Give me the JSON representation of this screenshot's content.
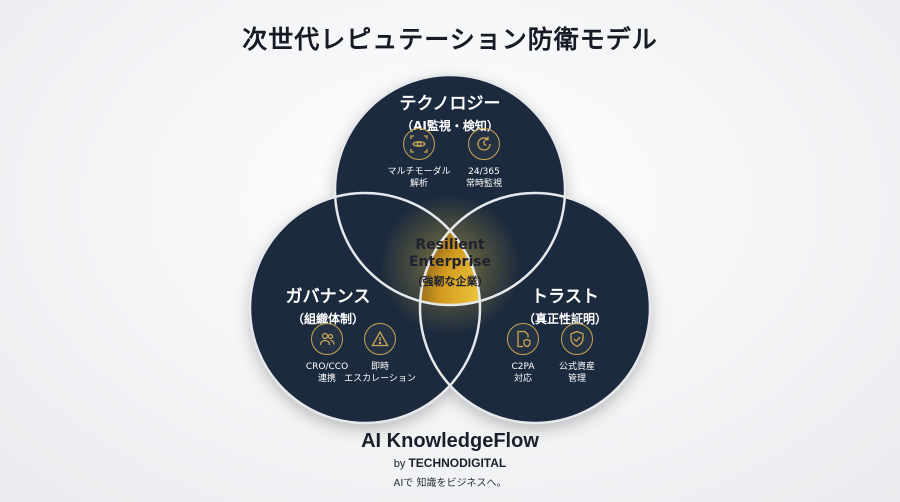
{
  "title": "次世代レピュテーション防衛モデル",
  "circles": {
    "technology": {
      "heading": "テクノロジー",
      "sub": "（AI監視・検知）",
      "features": [
        {
          "icon": "eye-scan-icon",
          "line1": "マルチモーダル",
          "line2": "解析"
        },
        {
          "icon": "clock-cycle-icon",
          "line1": "24/365",
          "line2": "常時監視"
        }
      ]
    },
    "governance": {
      "heading": "ガバナンス",
      "sub": "（組織体制）",
      "features": [
        {
          "icon": "people-icon",
          "line1": "CRO/CCO",
          "line2": "連携"
        },
        {
          "icon": "warning-triangle-icon",
          "line1": "即時",
          "line2": "エスカレーション"
        }
      ]
    },
    "trust": {
      "heading": "トラスト",
      "sub": "（真正性証明）",
      "features": [
        {
          "icon": "document-shield-icon",
          "line1": "C2PA",
          "line2": "対応"
        },
        {
          "icon": "shield-check-icon",
          "line1": "公式資産",
          "line2": "管理"
        }
      ]
    }
  },
  "center": {
    "line1": "Resilient",
    "line2": "Enterprise",
    "line3": "（強靭な企業）"
  },
  "footer": {
    "brand": "AI KnowledgeFlow",
    "by_prefix": "by",
    "company": "TECHNODIGITAL",
    "tagline": "AIで 知識をビジネスへ。"
  },
  "colors": {
    "circle_fill": "#1f2a3d",
    "circle_stroke": "#e6e8ec",
    "gold": "#f5d247",
    "icon_gold": "#c9a655"
  }
}
